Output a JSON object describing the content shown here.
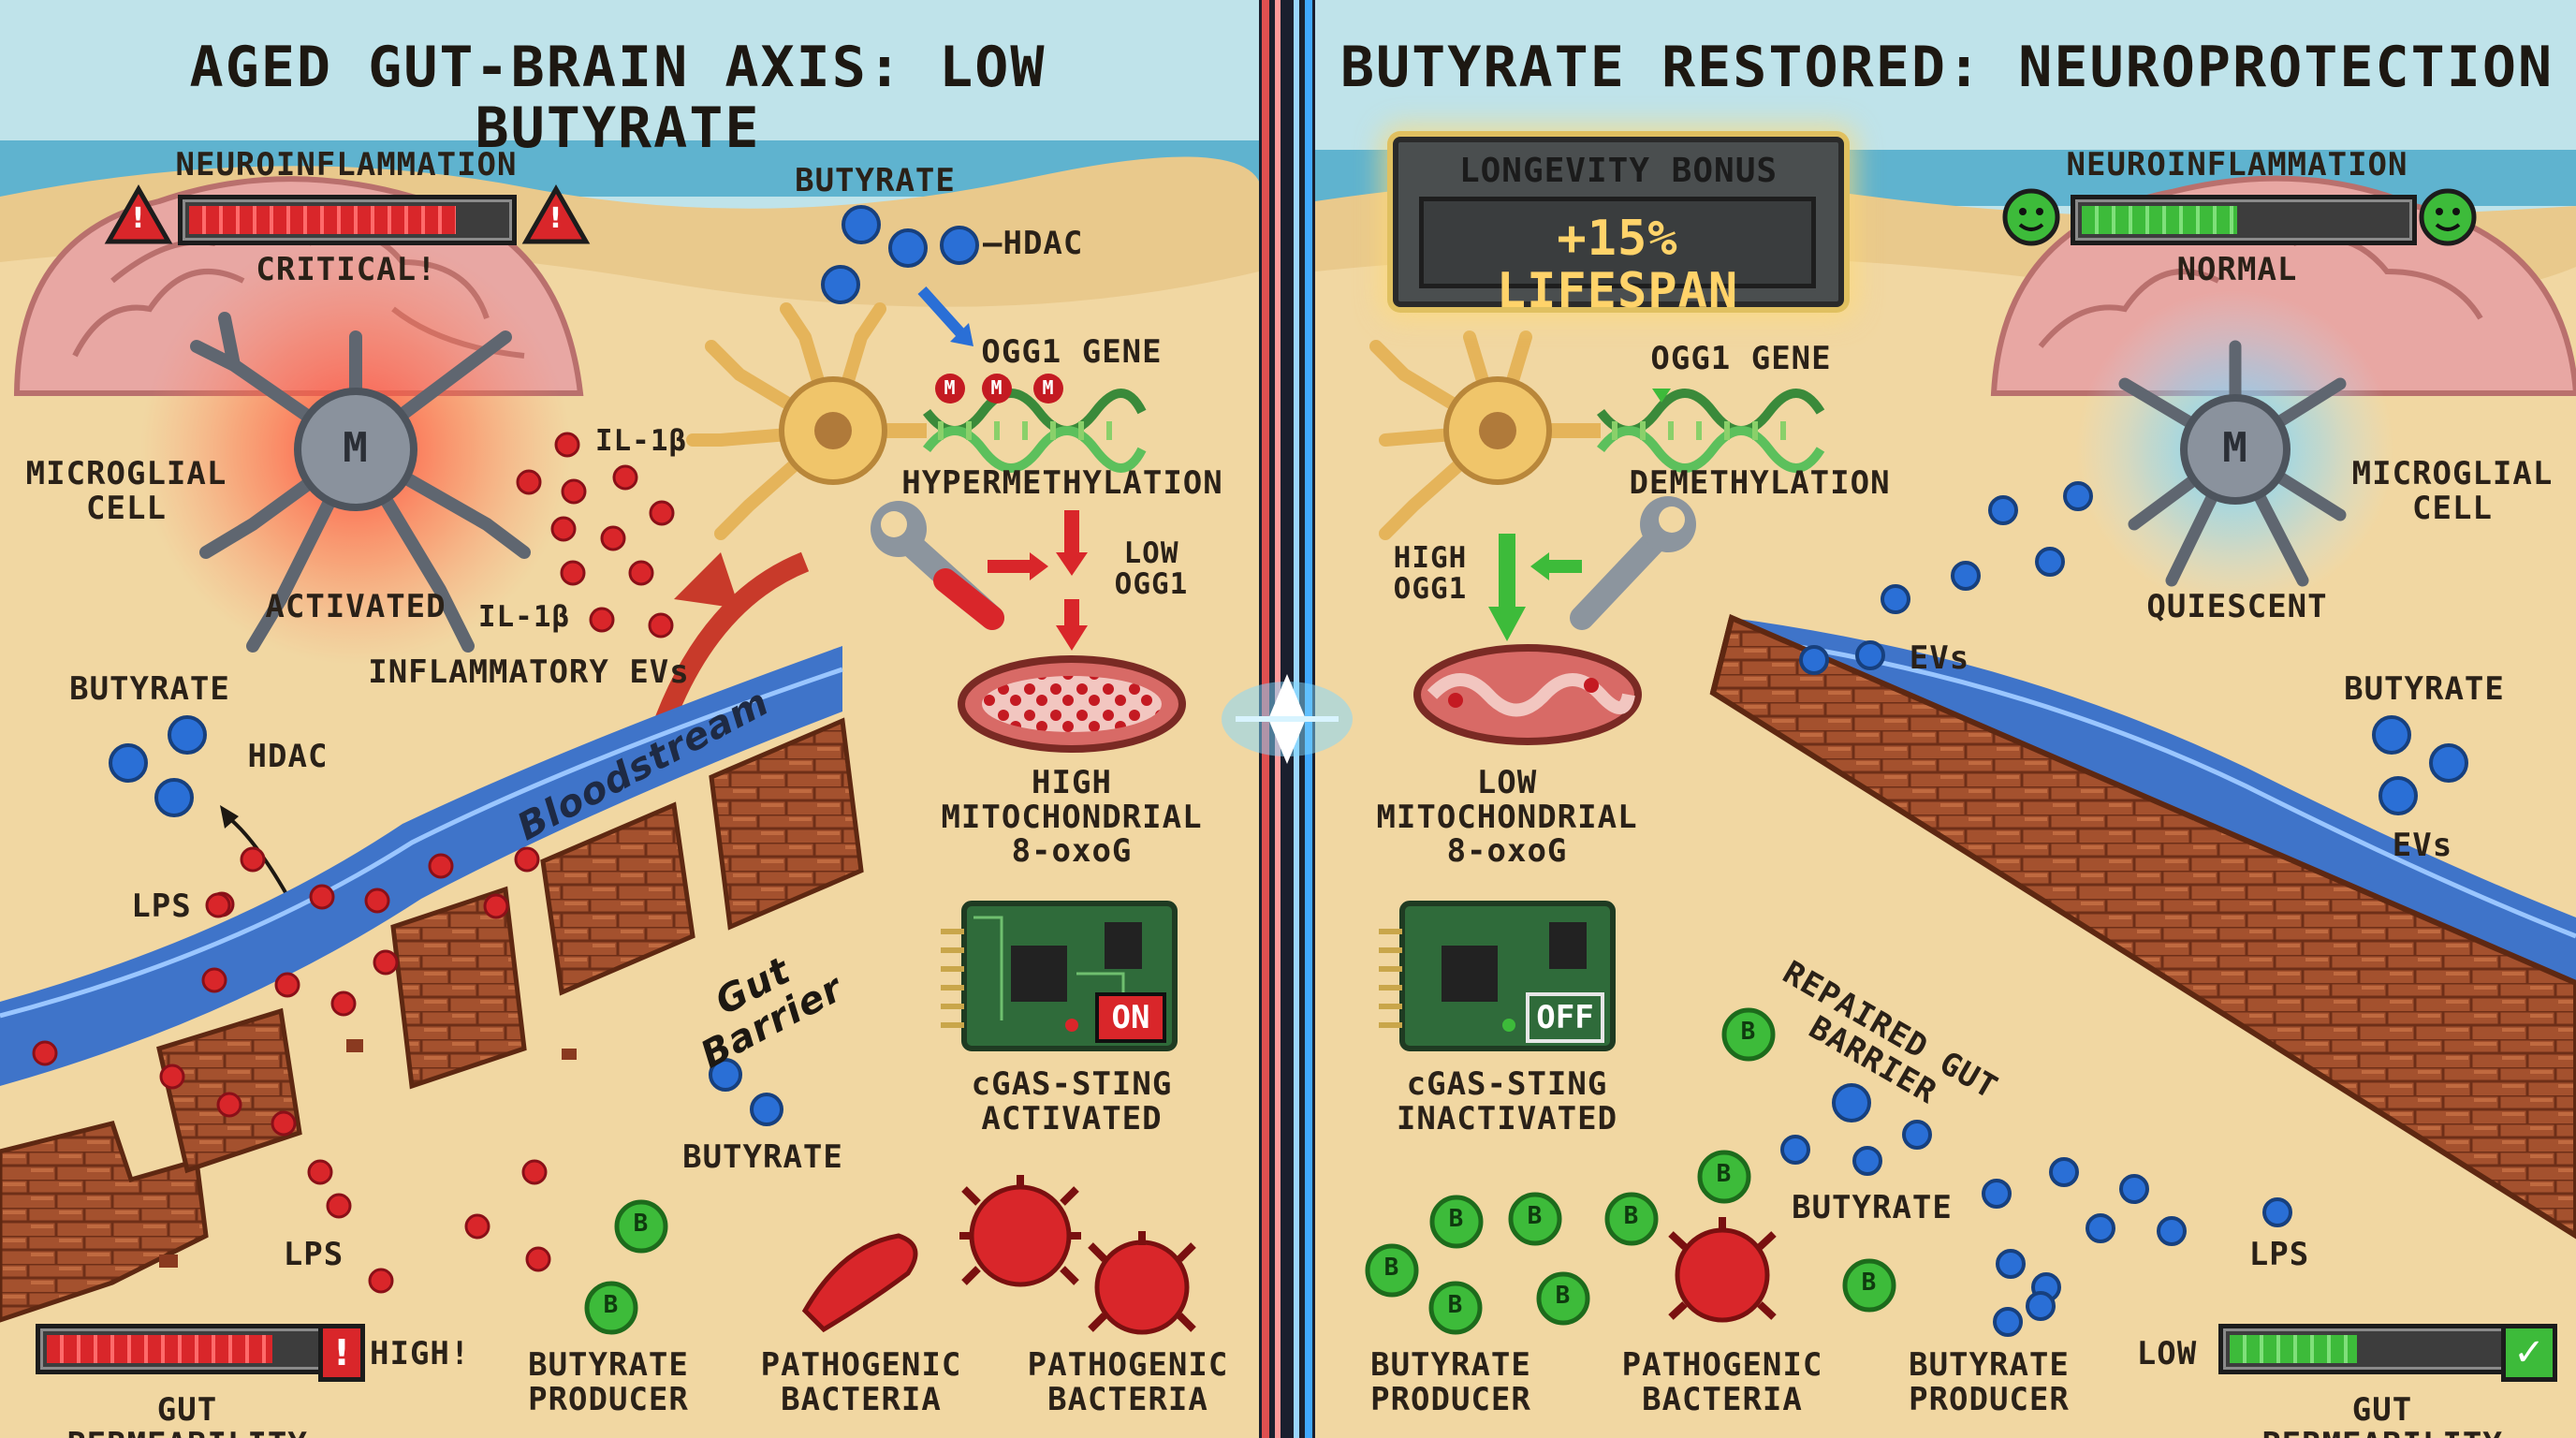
{
  "left_panel": {
    "title": "AGED GUT-BRAIN AXIS: LOW BUTYRATE",
    "neuro_label": "NEUROINFLAMMATION",
    "neuro_status": "CRITICAL!",
    "neuro_level": 0.85,
    "microglia_label": "MICROGLIAL\nCELL",
    "microglia_symbol": "M",
    "microglia_state": "ACTIVATED",
    "il1b_top": "IL-1β",
    "il1b_bottom": "IL-1β",
    "inflammatory_evs": "INFLAMMATORY EVs",
    "butyrate_top": "BUTYRATE",
    "hdac_top": "—HDAC",
    "ogg1_gene": "OGG1 GENE",
    "methyl_mark": "M",
    "hypermethylation": "HYPERMETHYLATION",
    "low_ogg1": "LOW\nOGG1",
    "high_mito": "HIGH\nMITOCHONDRIAL\n8-oxoG",
    "switch_label": "ON",
    "cgas_state": "cGAS-STING\nACTIVATED",
    "butyrate_left": "BUTYRATE",
    "hdac_left": "HDAC",
    "lps_left": "LPS",
    "bloodstream": "Bloodstream",
    "gut_barrier": "Gut Barrier",
    "butyrate_bottom": "BUTYRATE",
    "lps_bottom": "LPS",
    "producer_symbol": "B",
    "producer_label": "BUTYRATE\nPRODUCER",
    "pathogen1": "PATHOGENIC\nBACTERIA",
    "pathogen2": "PATHOGENIC\nBACTERIA",
    "gut_perm_label": "GUT PERMEABILITY",
    "gut_perm_status": "HIGH!",
    "gut_perm_level": 0.85,
    "alert_symbol": "!",
    "warning_symbol": "!"
  },
  "right_panel": {
    "title": "BUTYRATE RESTORED: NEUROPROTECTION",
    "bonus_label": "LONGEVITY BONUS",
    "bonus_value": "+15% LIFESPAN",
    "neuro_label": "NEUROINFLAMMATION",
    "neuro_status": "NORMAL",
    "neuro_level": 0.5,
    "microglia_label": "MICROGLIAL\nCELL",
    "microglia_symbol": "M",
    "microglia_state": "QUIESCENT",
    "ogg1_gene": "OGG1 GENE",
    "demethylation": "DEMETHYLATION",
    "high_ogg1": "HIGH\nOGG1",
    "low_mito": "LOW\nMITOCHONDRIAL\n8-oxoG",
    "switch_label": "OFF",
    "cgas_state": "cGAS-STING\nINACTIVATED",
    "evs_mid": "EVs",
    "butyrate_right": "BUTYRATE",
    "evs_right": "EVs",
    "repaired_barrier": "REPAIRED GUT BARRIER",
    "butyrate_bottom": "BUTYRATE",
    "lps_right": "LPS",
    "producer_symbol": "B",
    "producer1": "BUTYRATE\nPRODUCER",
    "pathogen": "PATHOGENIC\nBACTERIA",
    "producer2": "BUTYRATE\nPRODUCER",
    "gut_perm_label": "GUT PERMEABILITY",
    "gut_perm_status": "LOW",
    "gut_perm_level": 0.5,
    "check_symbol": "✓"
  },
  "colors": {
    "sand": "#f1d7a2",
    "sky": "#bfe3ea",
    "sea": "#5fb3cf",
    "water": "#3f74c9",
    "brick": "#a4512e",
    "brain": "#e8a7a3",
    "danger_red": "#d9262a",
    "healthy_green": "#3dbb3a",
    "butyrate_blue": "#2a6fd6",
    "neuron": "#e5b45a",
    "divider_red": "#e05050",
    "divider_blue": "#40a8ff"
  },
  "icons": [
    "warning-icon",
    "brain-icon",
    "microglia-icon",
    "neuron-icon",
    "dna-icon",
    "wrench-icon",
    "mitochondria-icon",
    "chip-icon",
    "bacteria-icon",
    "smiley-icon",
    "check-icon",
    "arrow-icon"
  ]
}
